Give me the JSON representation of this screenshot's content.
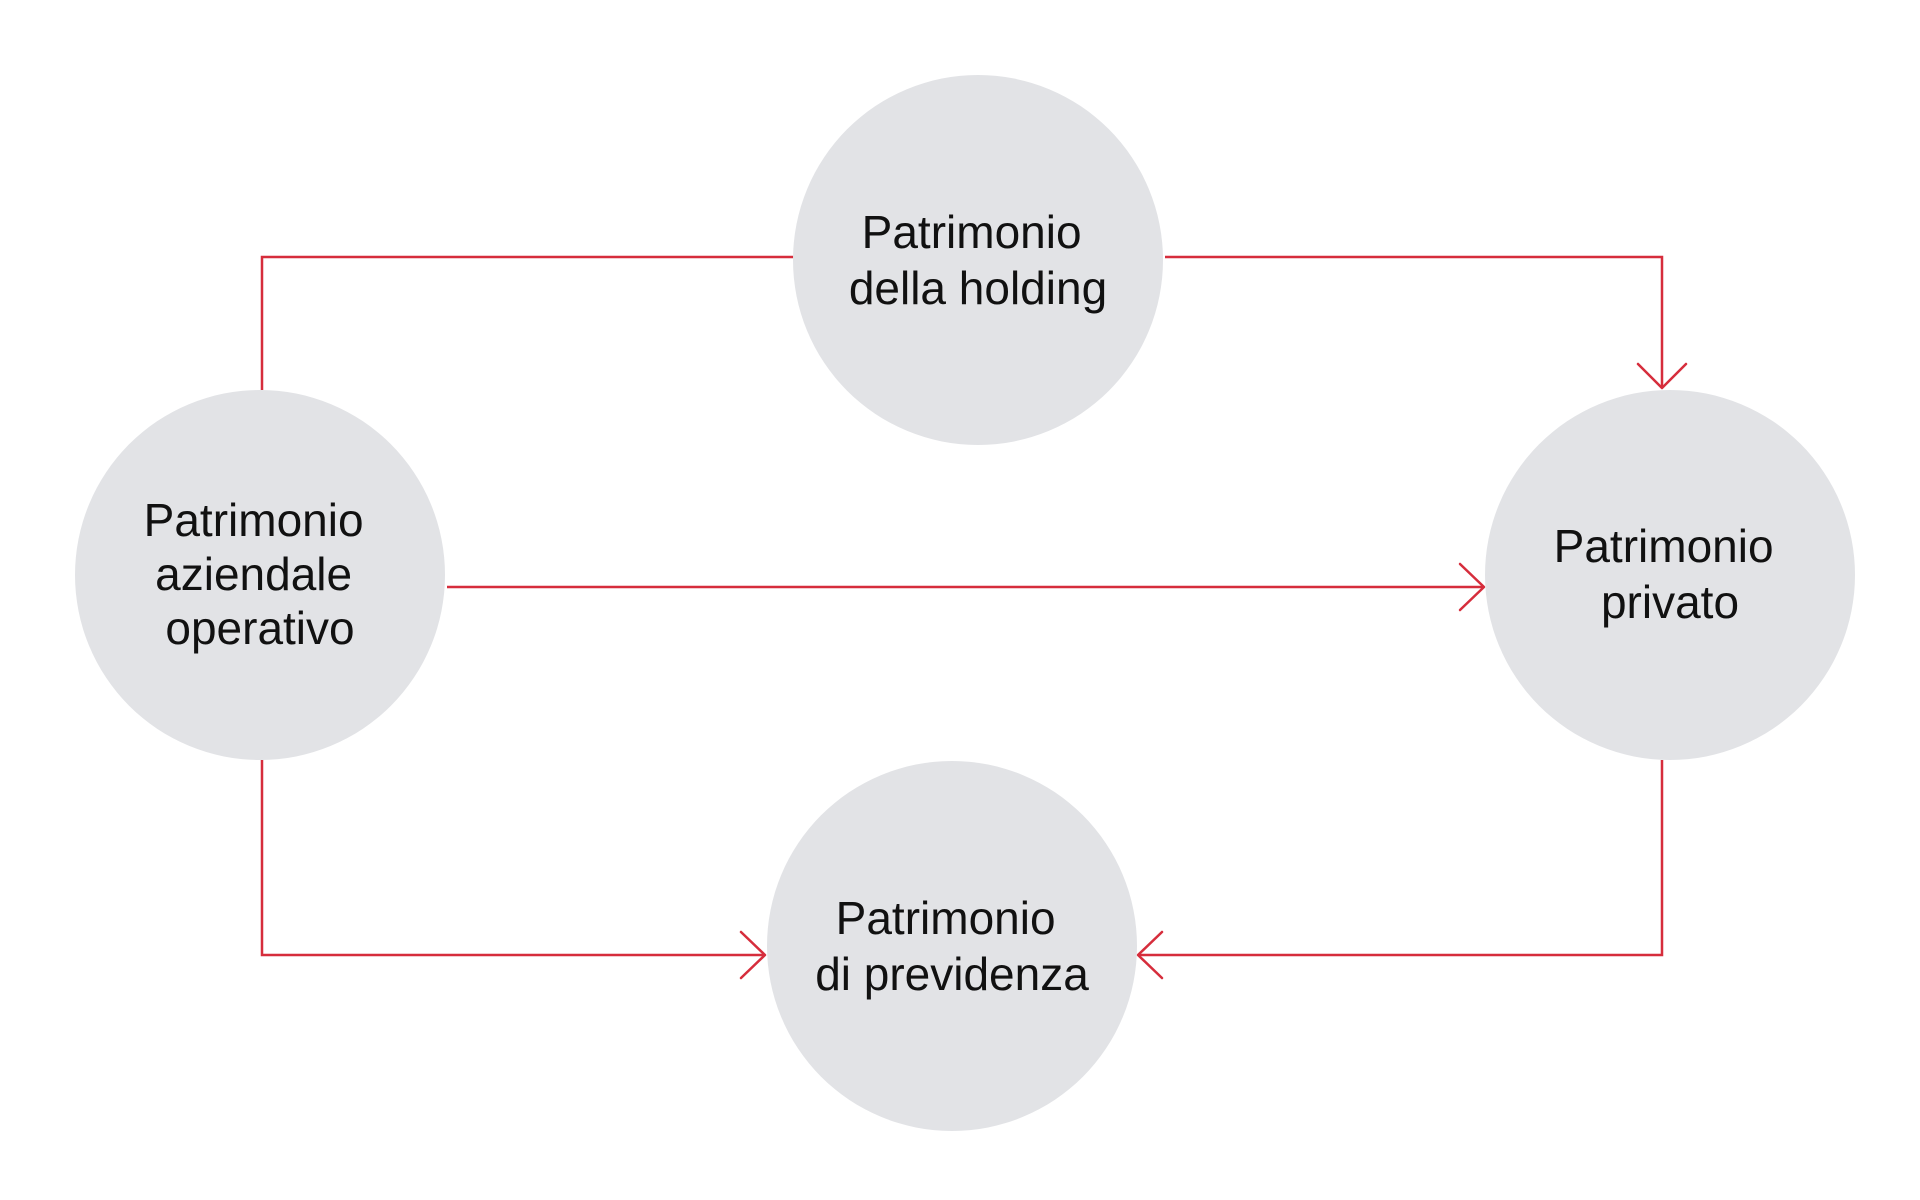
{
  "colors": {
    "background": "#ffffff",
    "node_fill": "#e2e3e6",
    "connector": "#d62d3c",
    "text": "#111111"
  },
  "nodes": {
    "holding": {
      "lines": [
        "Patrimonio",
        "della holding"
      ]
    },
    "aziendale": {
      "lines": [
        "Patrimonio",
        "aziendale",
        "operativo"
      ]
    },
    "privato": {
      "lines": [
        "Patrimonio",
        "privato"
      ]
    },
    "previdenza": {
      "lines": [
        "Patrimonio",
        "di previdenza"
      ]
    }
  },
  "edges": [
    {
      "from": "aziendale",
      "to": "privato"
    },
    {
      "from": "aziendale",
      "to": "privato",
      "via": "holding"
    },
    {
      "from": "aziendale",
      "to": "previdenza"
    },
    {
      "from": "privato",
      "to": "previdenza"
    }
  ]
}
